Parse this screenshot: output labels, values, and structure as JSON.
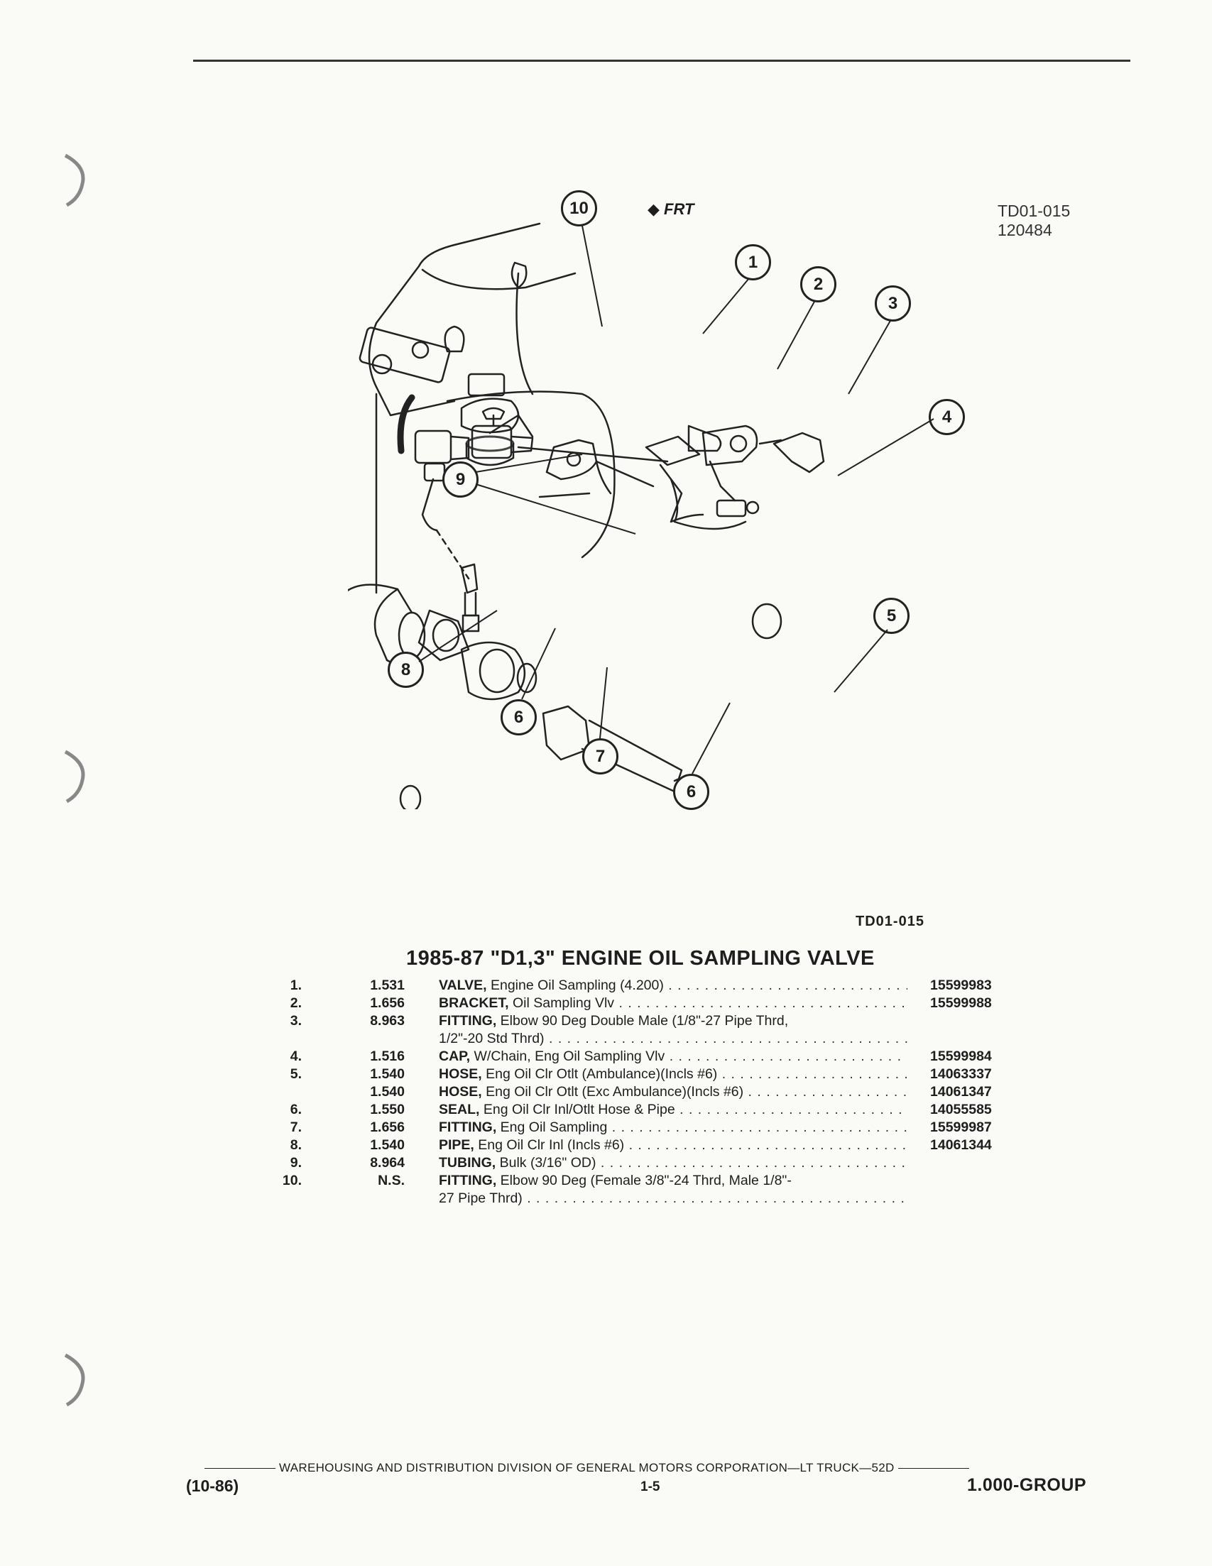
{
  "header": {
    "code": "TD01-015",
    "date": "120484"
  },
  "diagram": {
    "front_label": "FRT",
    "callouts": [
      "1",
      "2",
      "3",
      "4",
      "5",
      "6",
      "7",
      "8",
      "9",
      "10"
    ]
  },
  "caption": {
    "code": "TD01-015"
  },
  "title": "1985-87 \"D1,3\" ENGINE OIL SAMPLING VALVE",
  "parts": [
    {
      "num": "1.",
      "code": "1.531",
      "name": "VALVE,",
      "desc": " Engine Oil Sampling (4.200)",
      "part": "15599983"
    },
    {
      "num": "2.",
      "code": "1.656",
      "name": "BRACKET,",
      "desc": " Oil Sampling Vlv",
      "part": "15599988"
    },
    {
      "num": "3.",
      "code": "8.963",
      "name": "FITTING,",
      "desc": " Elbow 90 Deg Double Male (1/8\"-27 Pipe Thrd,",
      "part": ""
    },
    {
      "num": "",
      "code": "",
      "name": "",
      "desc": "1/2\"-20 Std Thrd)",
      "part": ""
    },
    {
      "num": "4.",
      "code": "1.516",
      "name": "CAP,",
      "desc": " W/Chain, Eng Oil Sampling Vlv",
      "part": "15599984"
    },
    {
      "num": "5.",
      "code": "1.540",
      "name": "HOSE,",
      "desc": " Eng Oil Clr Otlt (Ambulance)(Incls #6)",
      "part": "14063337"
    },
    {
      "num": "",
      "code": "1.540",
      "name": "HOSE,",
      "desc": " Eng Oil Clr Otlt (Exc Ambulance)(Incls #6)",
      "part": "14061347"
    },
    {
      "num": "6.",
      "code": "1.550",
      "name": "SEAL,",
      "desc": " Eng Oil Clr Inl/Otlt Hose & Pipe",
      "part": "14055585"
    },
    {
      "num": "7.",
      "code": "1.656",
      "name": "FITTING,",
      "desc": " Eng Oil Sampling",
      "part": "15599987"
    },
    {
      "num": "8.",
      "code": "1.540",
      "name": "PIPE,",
      "desc": " Eng Oil Clr Inl (Incls #6)",
      "part": "14061344"
    },
    {
      "num": "9.",
      "code": "8.964",
      "name": "TUBING,",
      "desc": " Bulk (3/16\" OD)",
      "part": ""
    },
    {
      "num": "10.",
      "code": "N.S.",
      "name": "FITTING,",
      "desc": " Elbow 90 Deg (Female 3/8\"-24 Thrd, Male 1/8\"-",
      "part": ""
    },
    {
      "num": "",
      "code": "",
      "name": "",
      "desc": "27 Pipe Thrd)",
      "part": ""
    }
  ],
  "footer": {
    "publisher": "WAREHOUSING AND DISTRIBUTION  DIVISION OF GENERAL MOTORS CORPORATION—LT TRUCK—52D",
    "date": "(10-86)",
    "page": "1-5",
    "group": "1.000-GROUP"
  }
}
